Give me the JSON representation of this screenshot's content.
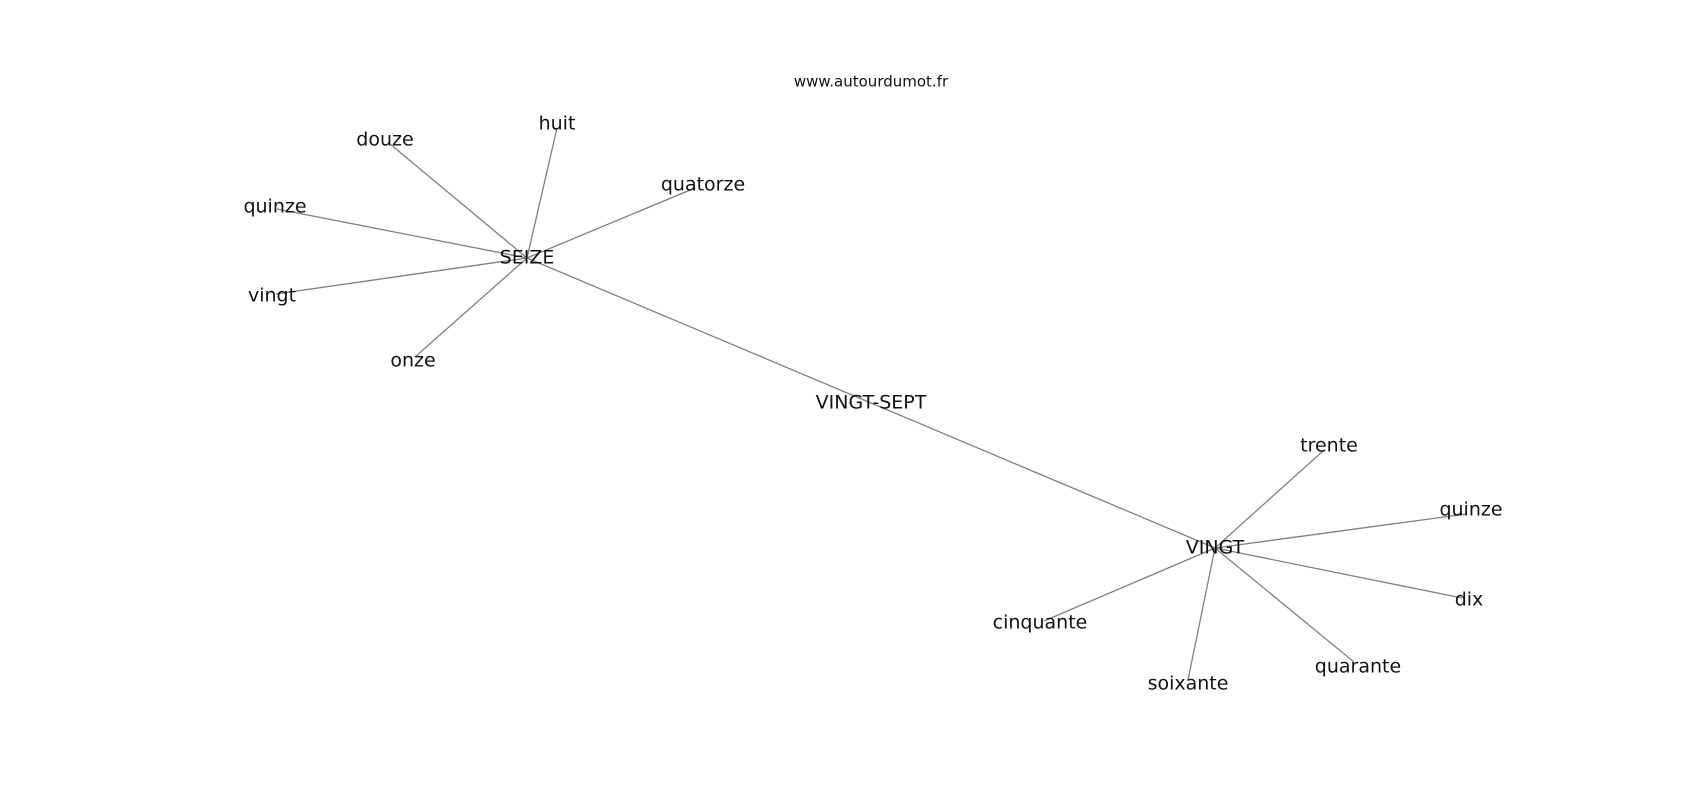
{
  "source_label": "www.autourdumot.fr",
  "nodes": [
    {
      "id": "seize",
      "label": "SEIZE"
    },
    {
      "id": "vingt-sept",
      "label": "VINGT-SEPT"
    },
    {
      "id": "vingt-hub",
      "label": "VINGT"
    },
    {
      "id": "huit",
      "label": "huit"
    },
    {
      "id": "douze",
      "label": "douze"
    },
    {
      "id": "quatorze",
      "label": "quatorze"
    },
    {
      "id": "quinze-1",
      "label": "quinze"
    },
    {
      "id": "vingt-leaf",
      "label": "vingt"
    },
    {
      "id": "onze",
      "label": "onze"
    },
    {
      "id": "trente",
      "label": "trente"
    },
    {
      "id": "quinze-2",
      "label": "quinze"
    },
    {
      "id": "dix",
      "label": "dix"
    },
    {
      "id": "cinquante",
      "label": "cinquante"
    },
    {
      "id": "quarante",
      "label": "quarante"
    },
    {
      "id": "soixante",
      "label": "soixante"
    }
  ],
  "edges": [
    [
      "seize",
      "vingt-hub"
    ],
    [
      "seize",
      "huit"
    ],
    [
      "seize",
      "douze"
    ],
    [
      "seize",
      "quatorze"
    ],
    [
      "seize",
      "quinze-1"
    ],
    [
      "seize",
      "vingt-leaf"
    ],
    [
      "seize",
      "onze"
    ],
    [
      "vingt-hub",
      "trente"
    ],
    [
      "vingt-hub",
      "quinze-2"
    ],
    [
      "vingt-hub",
      "dix"
    ],
    [
      "vingt-hub",
      "cinquante"
    ],
    [
      "vingt-hub",
      "quarante"
    ],
    [
      "vingt-hub",
      "soixante"
    ]
  ]
}
